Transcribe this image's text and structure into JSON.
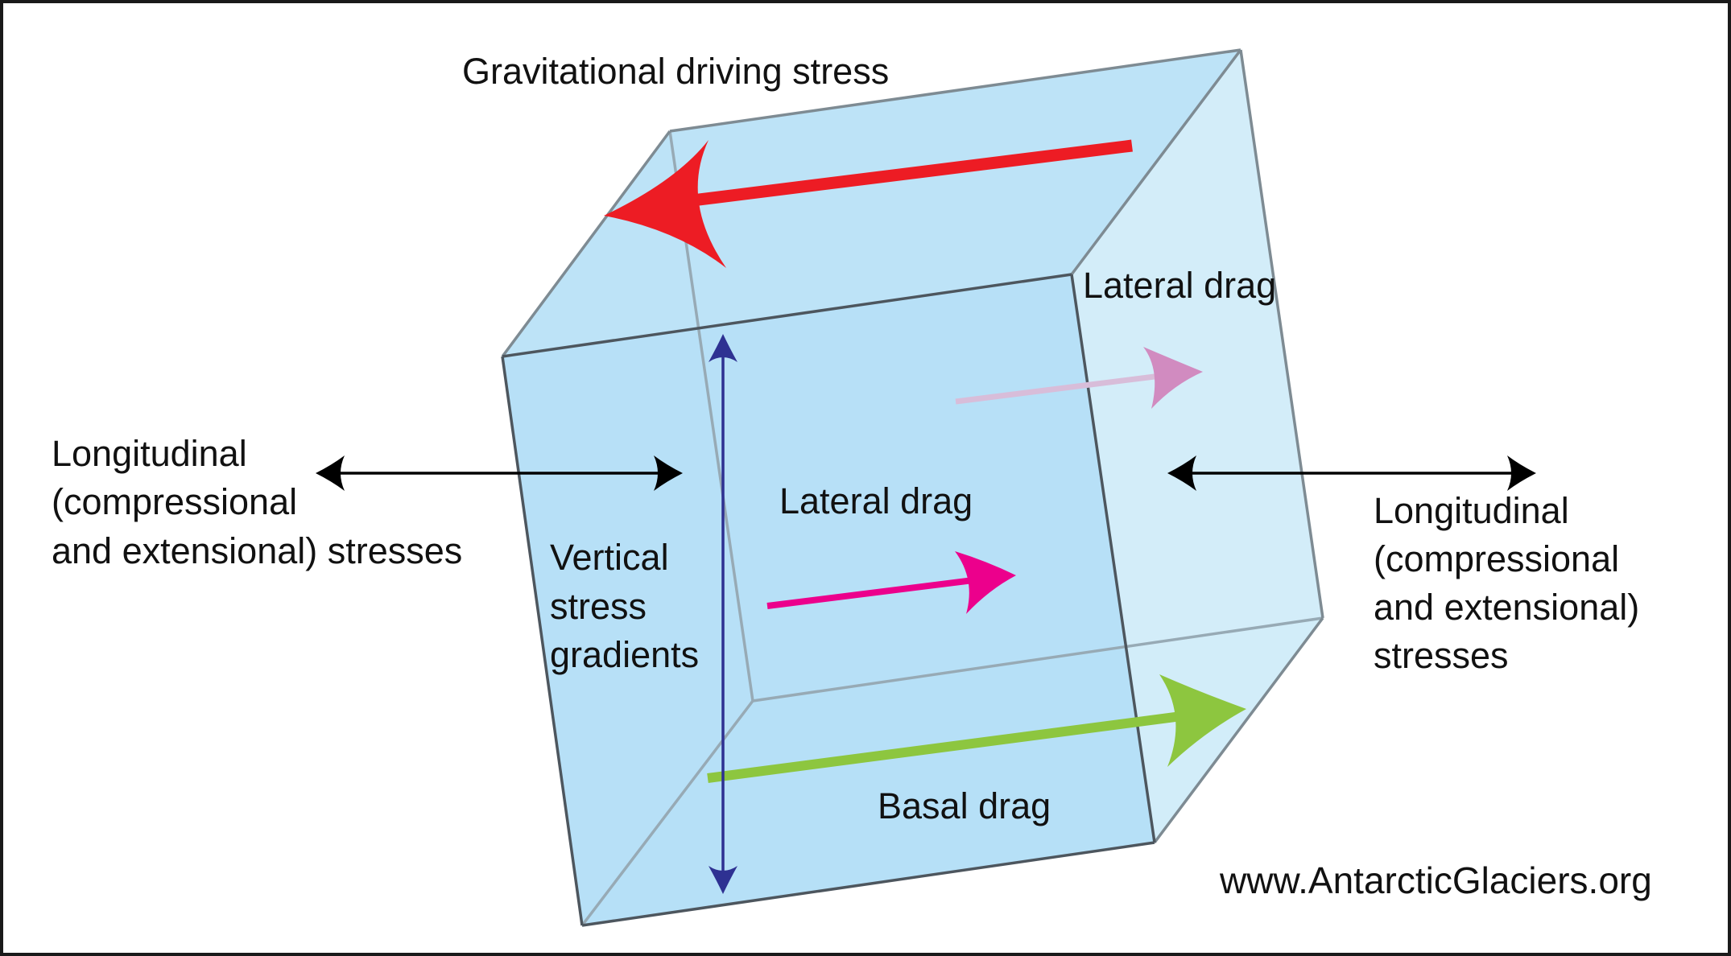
{
  "diagram": {
    "labels": {
      "gravitational": "Gravitational driving stress",
      "lateral_drag_right": "Lateral drag",
      "lateral_drag_front": "Lateral drag",
      "basal_drag": "Basal drag",
      "vertical": [
        "Vertical",
        "stress",
        "gradients"
      ],
      "longitudinal_left": [
        "Longitudinal",
        "(compressional",
        "and extensional) stresses"
      ],
      "longitudinal_right": [
        "Longitudinal",
        "(compressional",
        "and extensional)",
        "stresses"
      ]
    },
    "credit": "www.AntarcticGlaciers.org",
    "colors": {
      "ice_front": "#b7e0f6",
      "ice_light": "#d2ecf9",
      "edge": "#555e66",
      "gravitational_arrow": "#ed1c24",
      "lateral_front_arrow": "#ec008c",
      "lateral_back_arrow": "#d18bc0",
      "basal_arrow": "#8dc63f",
      "vertical_arrow": "#2e3192",
      "longitudinal_arrow": "#000000"
    }
  }
}
